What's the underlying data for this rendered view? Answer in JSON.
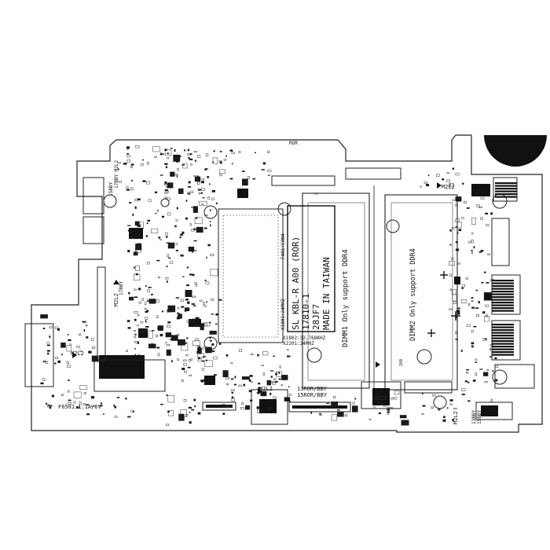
{
  "board": {
    "title_block": [
      "SL KBL-R A00 (ROR)",
      "17810-1",
      "28JF7",
      "MADE IN TAIWAN"
    ],
    "dimm1": "DIMM1 Only support DDR4",
    "dimm2": "DIMM2 Only support DDR4",
    "fan": "FAN1:CON4",
    "x1801": "X1801:24MHZ",
    "x1802": "X1802:32.768KHZ",
    "x2201": "X2201:24MHZ",
    "m2l2_top": "M2L2",
    "m2l2_mid": "M2L2",
    "m2l2_left": "M2L2",
    "m2l2_bottom": "M2L2",
    "m2l2_right": "M2L2",
    "ror_13": "13ROR/BBY",
    "ror_15": "15ROR/BBY",
    "bby_left_1": "17BBY M2L2",
    "bby_left_2": "15BBY",
    "bby_left_3": "17BBY",
    "bby_right_1": "15BBY",
    "bby_right_2": "13BBY",
    "fuse": "F6501:1.1A/6V",
    "corner_mark": "ROR",
    "pin_label_2": "2",
    "pin_label_260": "260"
  }
}
